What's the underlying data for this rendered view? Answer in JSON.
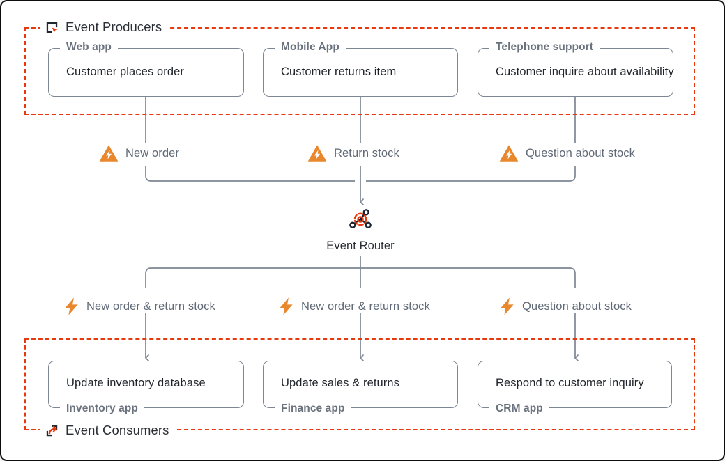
{
  "diagram": {
    "title": "Event-driven architecture: producers, router, consumers",
    "colors": {
      "accent_red": "#e8380d",
      "event_orange": "#e8872c",
      "line_gray": "#7d8793",
      "text_dark": "#1f242b",
      "text_muted": "#69727d",
      "canvas": "#ffffff",
      "frame": "#0d0d0d"
    }
  },
  "producers_group": {
    "label": "Event Producers",
    "icon": "cursor-square-icon",
    "nodes": [
      {
        "legend": "Web app",
        "body": "Customer places order"
      },
      {
        "legend": "Mobile App",
        "body": "Customer returns item"
      },
      {
        "legend": "Telephone support",
        "body": "Customer inquire about availability"
      }
    ]
  },
  "producer_events": [
    {
      "icon": "warning-bolt-triangle-icon",
      "label": "New order"
    },
    {
      "icon": "warning-bolt-triangle-icon",
      "label": "Return stock"
    },
    {
      "icon": "warning-bolt-triangle-icon",
      "label": "Question about stock"
    }
  ],
  "router": {
    "label": "Event Router",
    "icon": "event-router-hub-icon"
  },
  "consumer_events": [
    {
      "icon": "bolt-icon",
      "label": "New order & return stock"
    },
    {
      "icon": "bolt-icon",
      "label": "New order & return stock"
    },
    {
      "icon": "bolt-icon",
      "label": "Question about stock"
    }
  ],
  "consumers_group": {
    "label": "Event Consumers",
    "icon": "arrow-out-square-icon",
    "nodes": [
      {
        "body": "Update inventory database",
        "legend": "Inventory app"
      },
      {
        "body": "Update sales & returns",
        "legend": "Finance app"
      },
      {
        "body": "Respond to customer inquiry",
        "legend": "CRM app"
      }
    ]
  }
}
